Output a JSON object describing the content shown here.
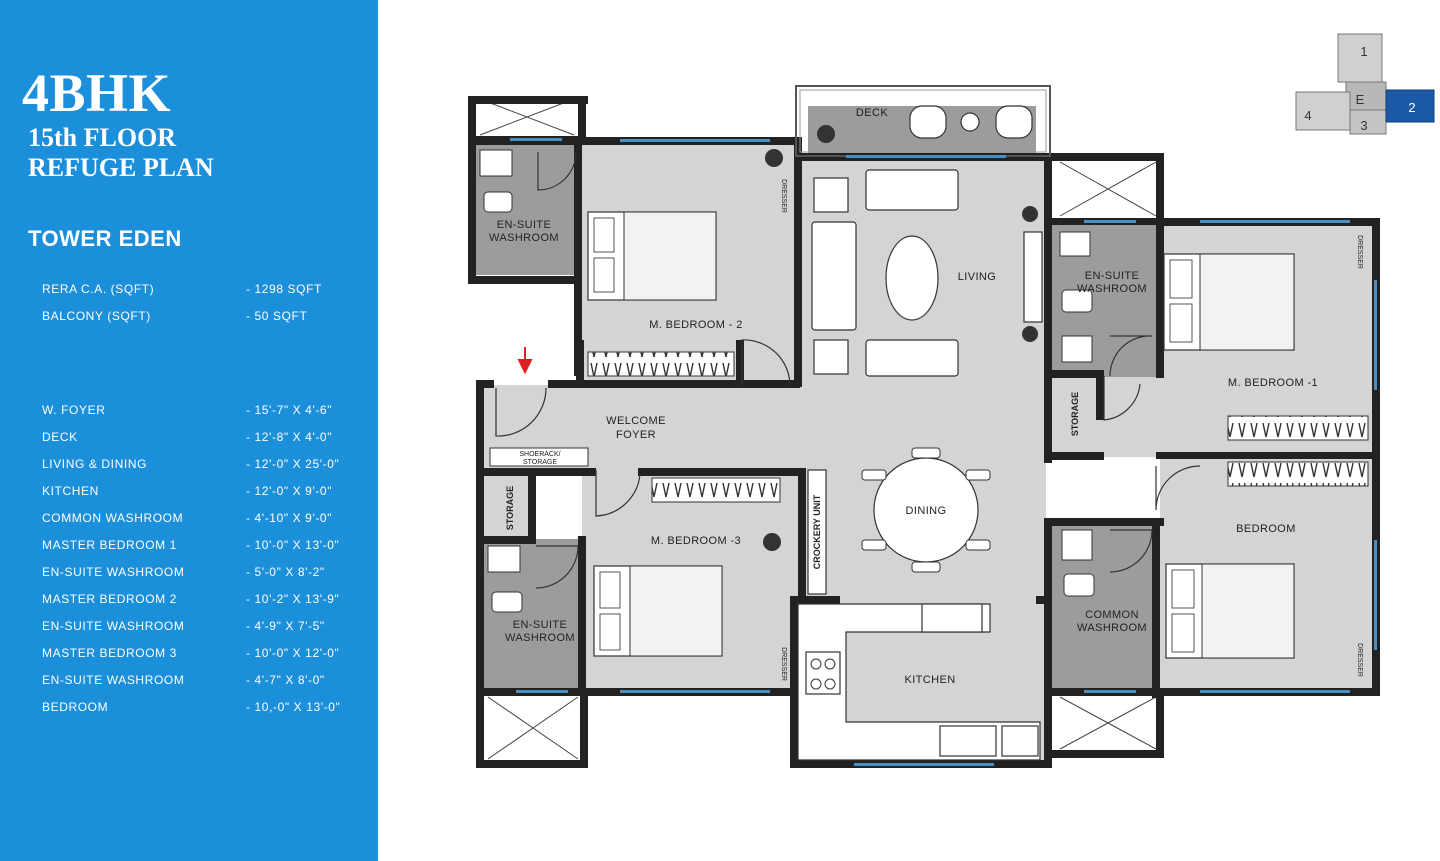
{
  "info": {
    "heading": "4BHK",
    "subheading_line1": "15th FLOOR",
    "subheading_line2": "REFUGE PLAN",
    "tower": "TOWER EDEN",
    "areas": [
      {
        "label": "RERA C.A. (SQFT)",
        "value": "- 1298 SQFT"
      },
      {
        "label": "BALCONY (SQFT)",
        "value": "- 50 SQFT"
      }
    ],
    "rooms": [
      {
        "label": "W. FOYER",
        "value": "- 15'-7\" X 4'-6\""
      },
      {
        "label": "DECK",
        "value": "- 12'-8\" X 4'-0\""
      },
      {
        "label": "LIVING & DINING",
        "value": "- 12'-0\" X 25'-0\""
      },
      {
        "label": "KITCHEN",
        "value": "- 12'-0\" X 9'-0\""
      },
      {
        "label": "COMMON WASHROOM",
        "value": "- 4'-10\" X 9'-0\""
      },
      {
        "label": "MASTER BEDROOM 1",
        "value": "- 10'-0\" X 13'-0\""
      },
      {
        "label": "EN-SUITE WASHROOM",
        "value": "- 5'-0\" X 8'-2\""
      },
      {
        "label": "MASTER BEDROOM 2",
        "value": "- 10'-2\" X 13'-9\""
      },
      {
        "label": "EN-SUITE WASHROOM",
        "value": "- 4'-9\" X 7'-5\""
      },
      {
        "label": "MASTER BEDROOM 3",
        "value": "- 10'-0\" X 12'-0\""
      },
      {
        "label": "EN-SUITE WASHROOM",
        "value": "- 4'-7\" X 8'-0\""
      },
      {
        "label": "BEDROOM",
        "value": "- 10,-0\" X 13'-0\""
      }
    ]
  },
  "plan": {
    "labels": {
      "deck": "DECK",
      "living": "LIVING",
      "dining": "DINING",
      "kitchen": "KITCHEN",
      "welcome_1": "WELCOME",
      "welcome_2": "FOYER",
      "mbed2": "M. BEDROOM - 2",
      "mbed1": "M. BEDROOM -1",
      "mbed3": "M. BEDROOM -3",
      "bedroom": "BEDROOM",
      "ensuite_1": "EN-SUITE",
      "ensuite_2": "WASHROOM",
      "common_1": "COMMON",
      "common_2": "WASHROOM",
      "storage": "STORAGE",
      "crockery": "CROCKERY UNIT",
      "shoerack_1": "SHOERACK/",
      "shoerack_2": "STORAGE",
      "dresser": "DRESSER"
    },
    "key_plan": {
      "block_1": "1",
      "block_2": "2",
      "block_3": "3",
      "block_4": "4",
      "block_e": "E"
    },
    "colors": {
      "wall": "#222222",
      "floor": "#d4d4d4",
      "wet_floor": "#9c9c9c",
      "window": "#4a8fc4",
      "highlight": "#1b5aa6",
      "entry_arrow": "#e02020"
    }
  }
}
